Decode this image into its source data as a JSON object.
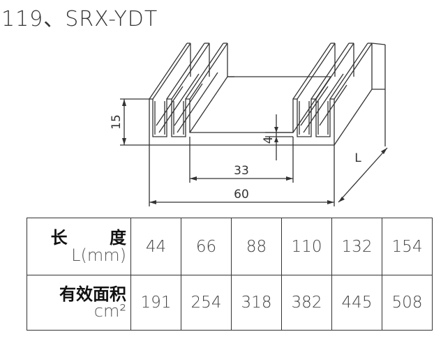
{
  "title": "119、SRX-YDT",
  "dimensions": {
    "height": "15",
    "gap": "4",
    "inner_width": "33",
    "total_width": "60",
    "length": "L"
  },
  "table": {
    "row_length": {
      "label_zh": "长 度",
      "label_unit": "L(mm)",
      "values": [
        "44",
        "66",
        "88",
        "110",
        "132",
        "154"
      ]
    },
    "row_area": {
      "label_zh": "有效面积",
      "label_unit": "cm²",
      "values": [
        "191",
        "254",
        "318",
        "382",
        "445",
        "508"
      ]
    }
  }
}
